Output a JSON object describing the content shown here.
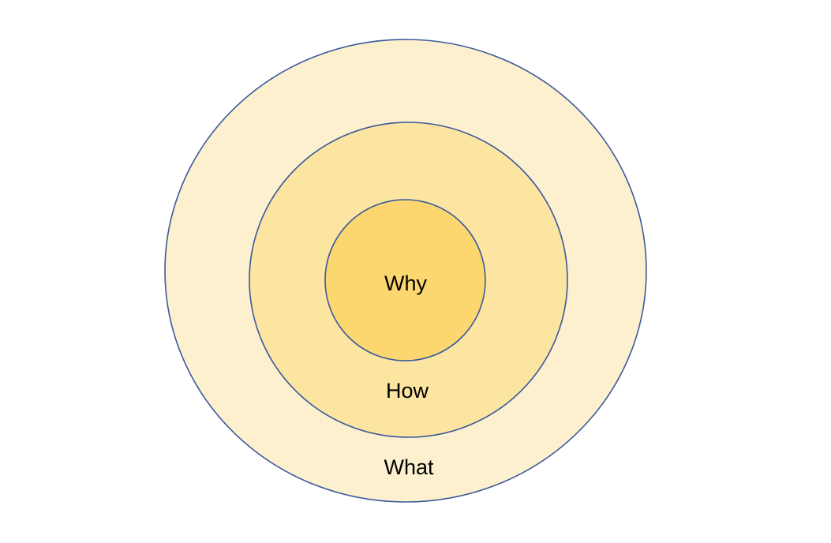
{
  "diagram": {
    "rings": [
      {
        "id": "what",
        "label": "What",
        "fill": "#FDF0CF"
      },
      {
        "id": "how",
        "label": "How",
        "fill": "#FCE4A1"
      },
      {
        "id": "why",
        "label": "Why",
        "fill": "#FCD770"
      }
    ],
    "stroke_color": "#3B5A9B"
  }
}
